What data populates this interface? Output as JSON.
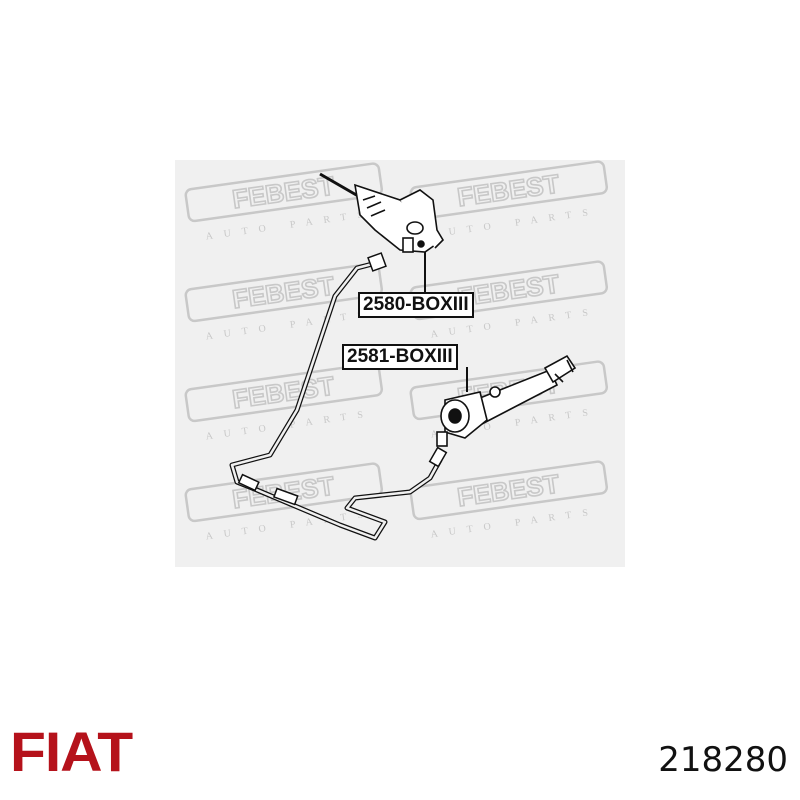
{
  "diagram": {
    "watermark": {
      "brand": "FEBEST",
      "tagline": "AUTO PARTS",
      "color": "#c8c8c8"
    },
    "callouts": [
      {
        "id": "2580",
        "label": "2580-BOXIII"
      },
      {
        "id": "2581",
        "label": "2581-BOXIII"
      }
    ]
  },
  "footer": {
    "brand_logo": "FIAT",
    "brand_color": "#b5121b",
    "part_number": "218280"
  }
}
